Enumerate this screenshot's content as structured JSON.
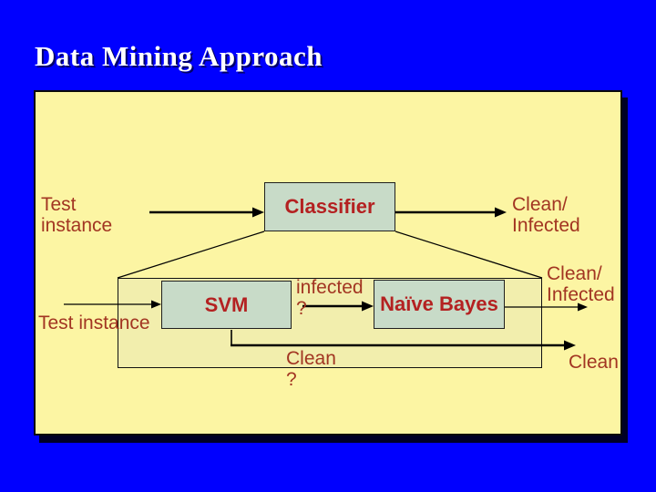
{
  "header": {
    "title": "Data Mining Approach"
  },
  "colors": {
    "background": "#0000FF",
    "panel": "#FCF5A3",
    "inner_panel": "#F2EEAD",
    "node_fill": "#C8DBC8",
    "label_text": "#A23522",
    "node_text": "#B42121",
    "title_text": "#FFFFFF",
    "title_shadow": "#000066",
    "connector": "#000000"
  },
  "diagram": {
    "classifier_node": "Classifier",
    "svm_node": "SVM",
    "naive_bayes_node": "Naïve Bayes",
    "test_instance_top": {
      "line1": "Test",
      "line2": "instance"
    },
    "test_instance_bottom": "Test instance",
    "clean_infected_top": {
      "line1": "Clean/",
      "line2": "Infected"
    },
    "clean_infected_mid": {
      "line1": "Clean/",
      "line2": "Infected"
    },
    "infected_question": {
      "line1": "infected",
      "line2": "?"
    },
    "clean_question": {
      "line1": "Clean",
      "line2": "?"
    },
    "clean_output": "Clean"
  }
}
